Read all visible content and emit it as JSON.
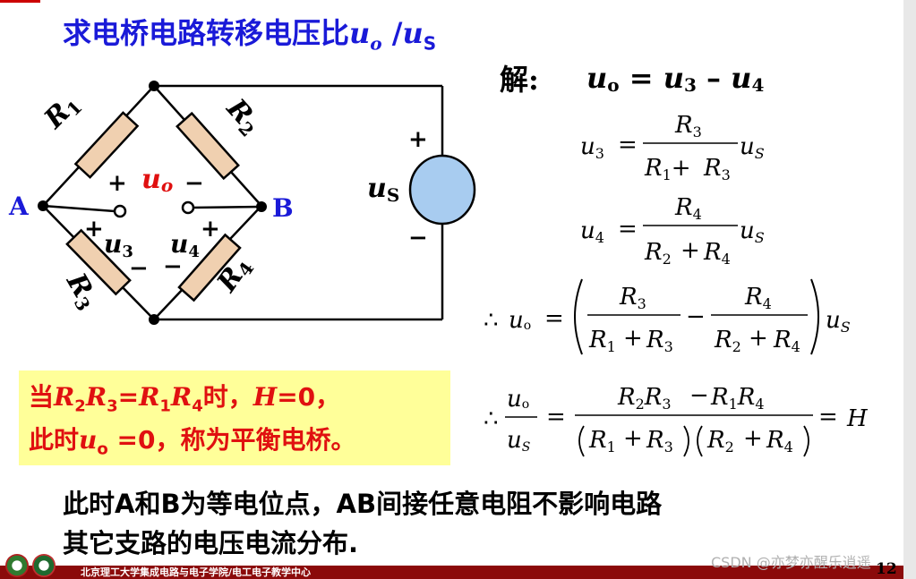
{
  "title": {
    "prefix": "求电桥电路转移电压比",
    "num": "u",
    "num_sub": "o",
    "slash": " /",
    "den": "u",
    "den_sub": "S"
  },
  "circuit": {
    "labels": {
      "r1": "R",
      "r1_sub": "1",
      "r2": "R",
      "r2_sub": "2",
      "r3": "R",
      "r3_sub": "3",
      "r4": "R",
      "r4_sub": "4",
      "node_a": "A",
      "node_b": "B",
      "uo": "u",
      "uo_sub": "o",
      "u3": "u",
      "u3_sub": "3",
      "u4": "u",
      "u4_sub": "4",
      "us": "u",
      "us_sub": "S",
      "plus": "+",
      "minus": "−"
    }
  },
  "solution": {
    "jie": "解:",
    "eq1": {
      "lhs": "u",
      "lhs_sub": "o",
      "eq": " = ",
      "a": "u",
      "a_sub": "3",
      "minus": " – ",
      "b": "u",
      "b_sub": "4"
    },
    "u3": "u",
    "u3_sub": "3",
    "u4": "u",
    "u4_sub": "4",
    "us": "u",
    "us_sub": "S",
    "uo": "u",
    "uo_sub": "o",
    "therefore": "∴",
    "h": "H",
    "r": "R",
    "s1": "1",
    "s2": "2",
    "s3": "3",
    "s4": "4",
    "plus": "+",
    "minus": "−",
    "equals": "="
  },
  "highlight": {
    "line1": {
      "t1": "当",
      "r2": "R",
      "s2": "2",
      "r3": "R",
      "s3": "3",
      "eq": "=",
      "r1": "R",
      "s1": "1",
      "r4": "R",
      "s4": "4",
      "t2": "时，",
      "h": "H",
      "t3": "=0，"
    },
    "line2": {
      "t1": "此时",
      "u": "u",
      "s": "o",
      "t2": " =0，称为平衡电桥。"
    }
  },
  "bottom": {
    "line1": "此时A和B为等电位点，AB间接任意电阻不影响电路",
    "line2": "其它支路的电压电流分布."
  },
  "footer": {
    "text": "北京理工大学集成电路与电子学院/电工电子教学中心",
    "watermark": "CSDN @亦梦亦醒乐逍遥",
    "page": "12"
  },
  "colors": {
    "title": "#1a1ad8",
    "resistor": "#f0d0b0",
    "source": "#a8ccf0",
    "red": "#e01010",
    "blue": "#1a1ad8",
    "highlight": "#ffff99",
    "footer": "#8b0a0a"
  }
}
